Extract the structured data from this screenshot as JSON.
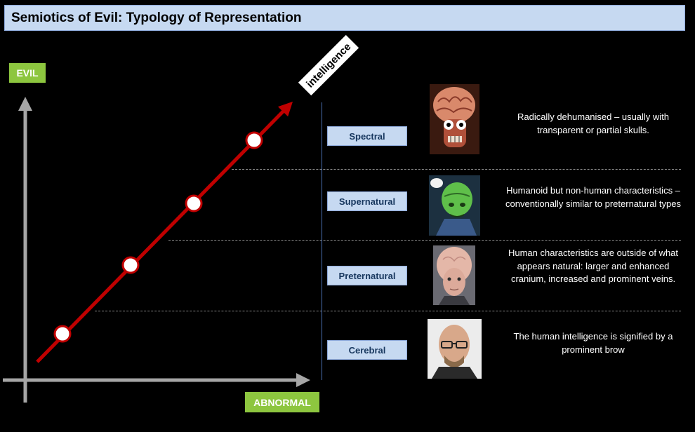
{
  "title": "Semiotics of Evil: Typology of Representation",
  "axes": {
    "y_label": "EVIL",
    "x_label": "ABNORMAL",
    "arrow_label": "intelligence"
  },
  "colors": {
    "title_bg": "#c6d9f1",
    "axis_label_bg": "#8dc63f",
    "arrow": "#c00000",
    "category_box_bg": "#c6d9f1",
    "category_text": "#17375e"
  },
  "categories": [
    {
      "label": "Spectral",
      "portrait_icon": "alien-skull-portrait",
      "description": "Radically dehumanised – usually with transparent or partial skulls."
    },
    {
      "label": "Supernatural",
      "portrait_icon": "green-humanoid-portrait",
      "description": "Humanoid but non-human characteristics – conventionally similar to preternatural types"
    },
    {
      "label": "Preternatural",
      "portrait_icon": "enlarged-cranium-portrait",
      "description": "Human characteristics are outside of what appears natural: larger and enhanced cranium, increased and prominent veins."
    },
    {
      "label": "Cerebral",
      "portrait_icon": "bald-man-portrait",
      "description": "The human intelligence is signified by a prominent brow"
    }
  ]
}
